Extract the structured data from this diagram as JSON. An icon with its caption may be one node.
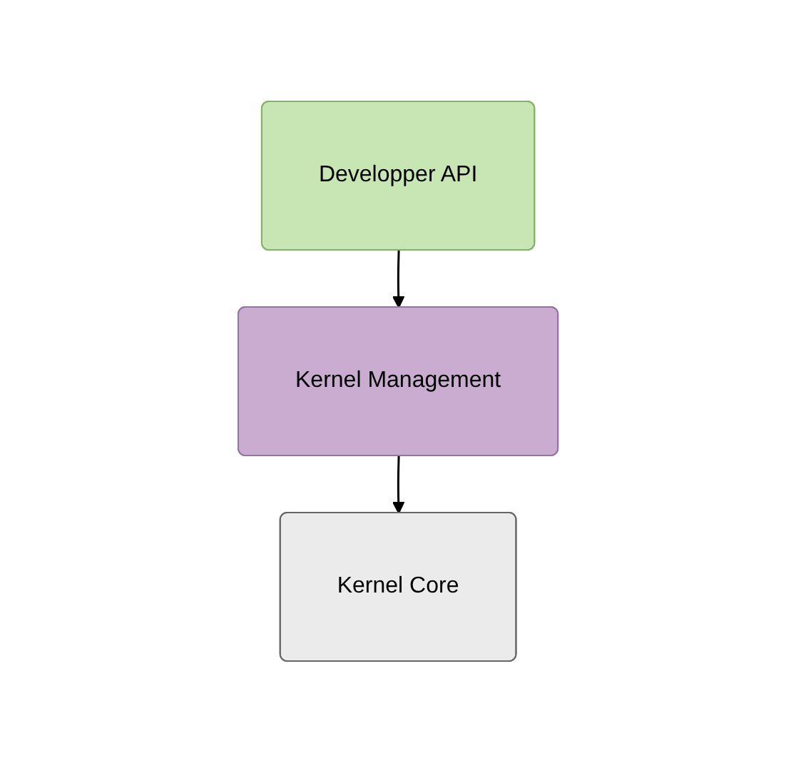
{
  "diagram": {
    "nodes": [
      {
        "text": [
          "Developper API"
        ]
      },
      {
        "text": [
          "Kernel Management"
        ]
      },
      {
        "text": [
          "Kernel Core"
        ]
      }
    ],
    "edges": [
      {
        "from": 0,
        "to": 1,
        "arrow": "to"
      },
      {
        "from": 1,
        "to": 2,
        "arrow": "to"
      }
    ]
  }
}
